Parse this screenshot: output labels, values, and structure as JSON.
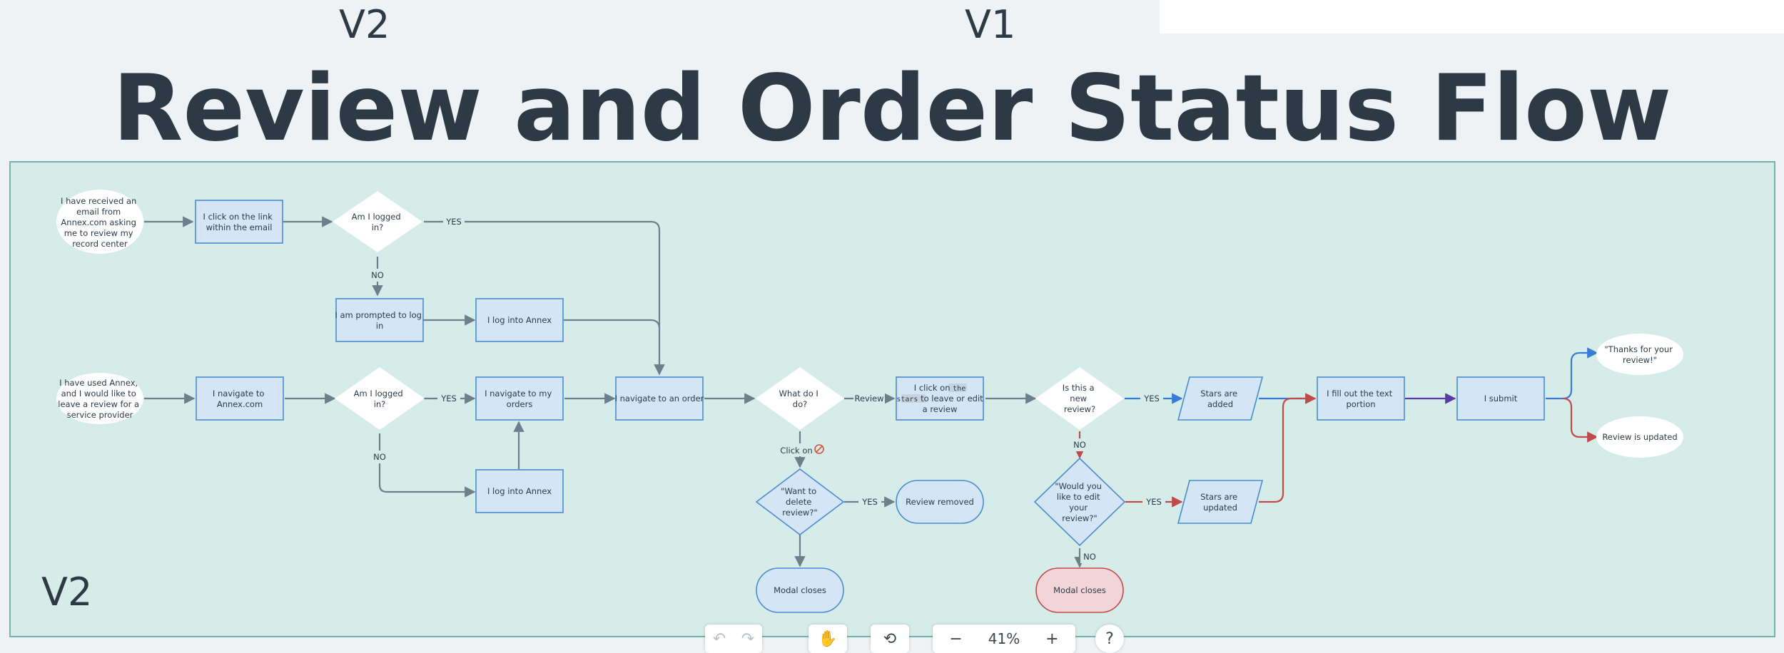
{
  "header": {
    "version_left": "V2",
    "version_right": "V1",
    "title": "Review and Order Status Flow"
  },
  "frame": {
    "label": "V2"
  },
  "nodes": {
    "email_start": [
      "I have received an",
      "email from",
      "Annex.com asking",
      "me to review my",
      "record center"
    ],
    "click_link": [
      "I click on the link",
      "within the email"
    ],
    "logged_in_1": [
      "Am I logged",
      "in?"
    ],
    "prompted_login": [
      "I am prompted to log",
      "in"
    ],
    "log_annex_1": [
      "I log into Annex"
    ],
    "used_annex_start": [
      "I have used Annex,",
      "and I would like to",
      "leave a review for a",
      "service provider"
    ],
    "navigate_annex": [
      "I navigate to",
      "Annex.com"
    ],
    "logged_in_2": [
      "Am I logged",
      "in?"
    ],
    "navigate_orders": [
      "I navigate to my",
      "orders"
    ],
    "log_annex_2": [
      "I log into Annex"
    ],
    "navigate_order": [
      "I navigate to an order"
    ],
    "what_do": [
      "What do I",
      "do?"
    ],
    "click_stars_a": "I click on ",
    "click_stars_code1": "the",
    "click_stars_code2": "stars",
    "click_stars_b": " to leave or edit",
    "click_stars_c": "a review",
    "new_review": [
      "Is this a",
      "new",
      "review?"
    ],
    "stars_added": [
      "Stars are",
      "added"
    ],
    "fill_text": [
      "I fill out the text",
      "portion"
    ],
    "submit": [
      "I submit"
    ],
    "thanks": [
      "\"Thanks for your",
      "review!\""
    ],
    "review_updated": [
      "Review is updated"
    ],
    "want_delete": [
      "\"Want to",
      "delete",
      "review?\""
    ],
    "review_removed": [
      "Review removed"
    ],
    "modal_closes_1": [
      "Modal closes"
    ],
    "edit_review": [
      "\"Would you",
      "like to edit",
      "your",
      "review?\""
    ],
    "stars_updated": [
      "Stars are",
      "updated"
    ],
    "modal_closes_2": [
      "Modal closes"
    ]
  },
  "edge_labels": {
    "yes_1": "YES",
    "no_1": "NO",
    "yes_2": "YES",
    "no_2": "NO",
    "review": "Review",
    "click_on": "Click on",
    "yes_3": "YES",
    "no_3": "NO",
    "yes_4": "YES",
    "yes_5": "YES",
    "no_4": "NO"
  },
  "toolbar": {
    "zoom": "41%"
  },
  "colors": {
    "box_fill": "#d4e5f5",
    "box_stroke": "#4a8bd0",
    "edge": "#6d7f8a",
    "blue_edge": "#3a7bd5",
    "red_edge": "#c24a4a",
    "purple_edge": "#5b3aa6",
    "modal_red": "#f2d5d8"
  }
}
